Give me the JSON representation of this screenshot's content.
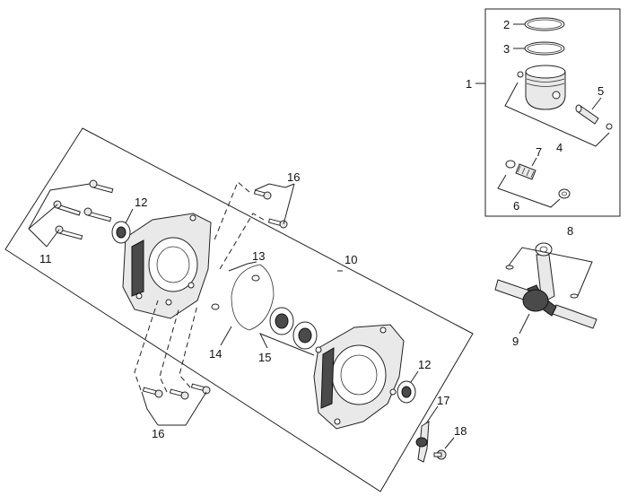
{
  "diagram": {
    "callouts": [
      {
        "id": "c1",
        "text": "1"
      },
      {
        "id": "c2",
        "text": "2"
      },
      {
        "id": "c3",
        "text": "3"
      },
      {
        "id": "c4",
        "text": "4"
      },
      {
        "id": "c5",
        "text": "5"
      },
      {
        "id": "c6",
        "text": "6"
      },
      {
        "id": "c7",
        "text": "7"
      },
      {
        "id": "c8",
        "text": "8"
      },
      {
        "id": "c9",
        "text": "9"
      },
      {
        "id": "c10",
        "text": "10"
      },
      {
        "id": "c11",
        "text": "11"
      },
      {
        "id": "c12a",
        "text": "12"
      },
      {
        "id": "c12b",
        "text": "12"
      },
      {
        "id": "c13",
        "text": "13"
      },
      {
        "id": "c14",
        "text": "14"
      },
      {
        "id": "c15",
        "text": "15"
      },
      {
        "id": "c16a",
        "text": "16"
      },
      {
        "id": "c16b",
        "text": "16"
      },
      {
        "id": "c17",
        "text": "17"
      },
      {
        "id": "c18",
        "text": "18"
      }
    ]
  }
}
